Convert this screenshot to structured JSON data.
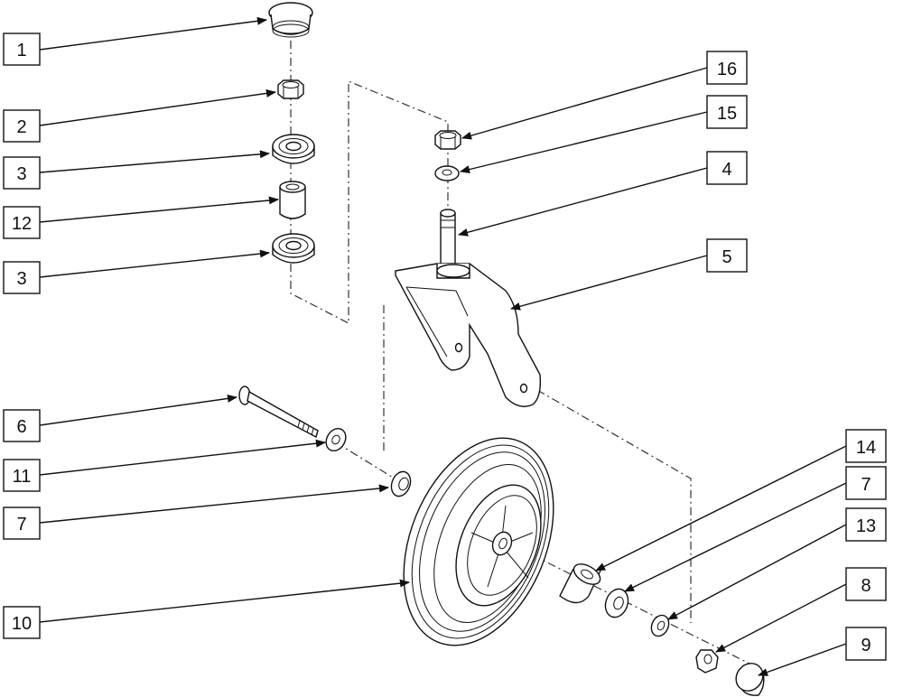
{
  "callouts": [
    {
      "id": "c1",
      "label": "1"
    },
    {
      "id": "c2",
      "label": "2"
    },
    {
      "id": "c3a",
      "label": "3"
    },
    {
      "id": "c12",
      "label": "12"
    },
    {
      "id": "c3b",
      "label": "3"
    },
    {
      "id": "c16",
      "label": "16"
    },
    {
      "id": "c15",
      "label": "15"
    },
    {
      "id": "c4",
      "label": "4"
    },
    {
      "id": "c5",
      "label": "5"
    },
    {
      "id": "c6",
      "label": "6"
    },
    {
      "id": "c11",
      "label": "11"
    },
    {
      "id": "c7a",
      "label": "7"
    },
    {
      "id": "c10",
      "label": "10"
    },
    {
      "id": "c14",
      "label": "14"
    },
    {
      "id": "c7b",
      "label": "7"
    },
    {
      "id": "c13",
      "label": "13"
    },
    {
      "id": "c8",
      "label": "8"
    },
    {
      "id": "c9",
      "label": "9"
    }
  ],
  "colors": {
    "line": "#111111",
    "background": "#ffffff"
  }
}
